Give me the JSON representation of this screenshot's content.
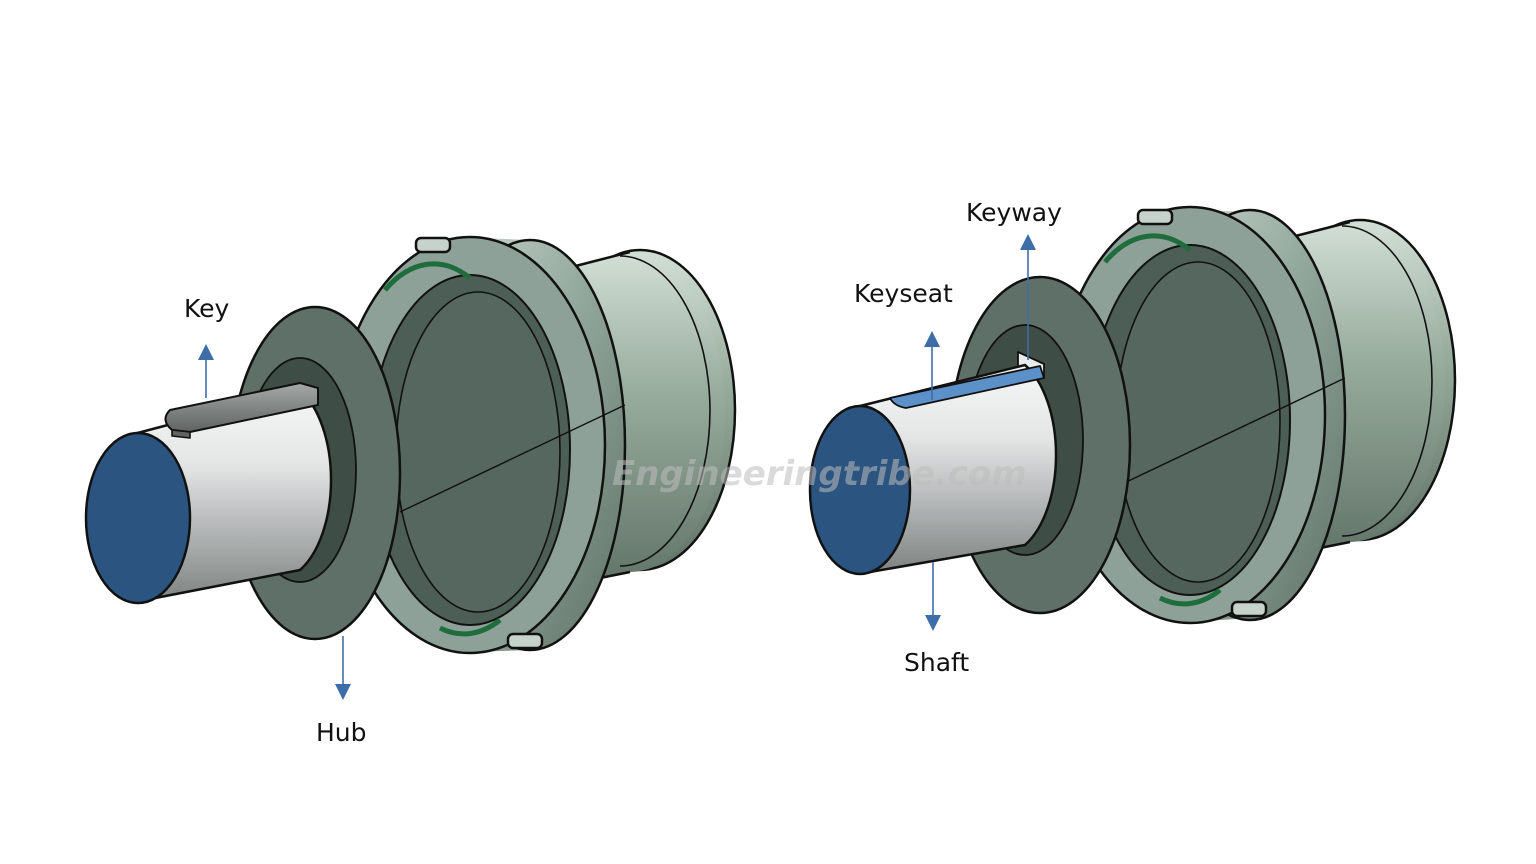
{
  "labels": {
    "key": "Key",
    "hub": "Hub",
    "keyway": "Keyway",
    "keyseat": "Keyseat",
    "shaft": "Shaft"
  },
  "watermark": "Engineeringtribe.com",
  "colors": {
    "shaft_face": "#2b5580",
    "body_green": "#8ea39a",
    "outline": "#111111",
    "arrow": "#3d6ea8",
    "keyway_blue": "#5c90c8",
    "seal_green": "#1f6d3c",
    "key_gray": "#7e8483"
  }
}
